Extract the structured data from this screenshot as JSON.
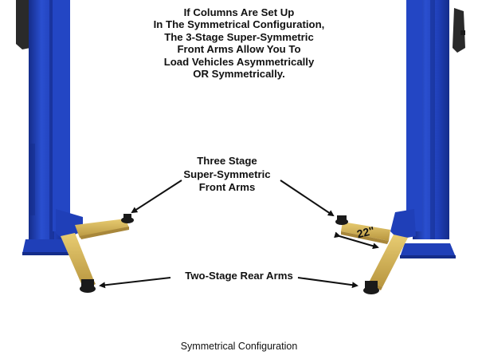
{
  "headline": {
    "lines": [
      "If Columns Are Set Up",
      "In The Symmetrical Configuration,",
      "The 3-Stage Super-Symmetric",
      "Front Arms Allow You To",
      "Load Vehicles Asymmetrically",
      "OR Symmetrically."
    ]
  },
  "callouts": {
    "front_arms": [
      "Three Stage",
      "Super-Symmetric",
      "Front Arms"
    ],
    "rear_arms": "Two-Stage Rear Arms",
    "dimension": "22\""
  },
  "caption": "Symmetrical Configuration",
  "colors": {
    "column_blue": "#1f3fb8",
    "column_shadow": "#142c8a",
    "arm_yellow": "#d9b653",
    "arm_shadow": "#a8873a",
    "pad_black": "#1a1a1a",
    "arrow": "#111111"
  }
}
